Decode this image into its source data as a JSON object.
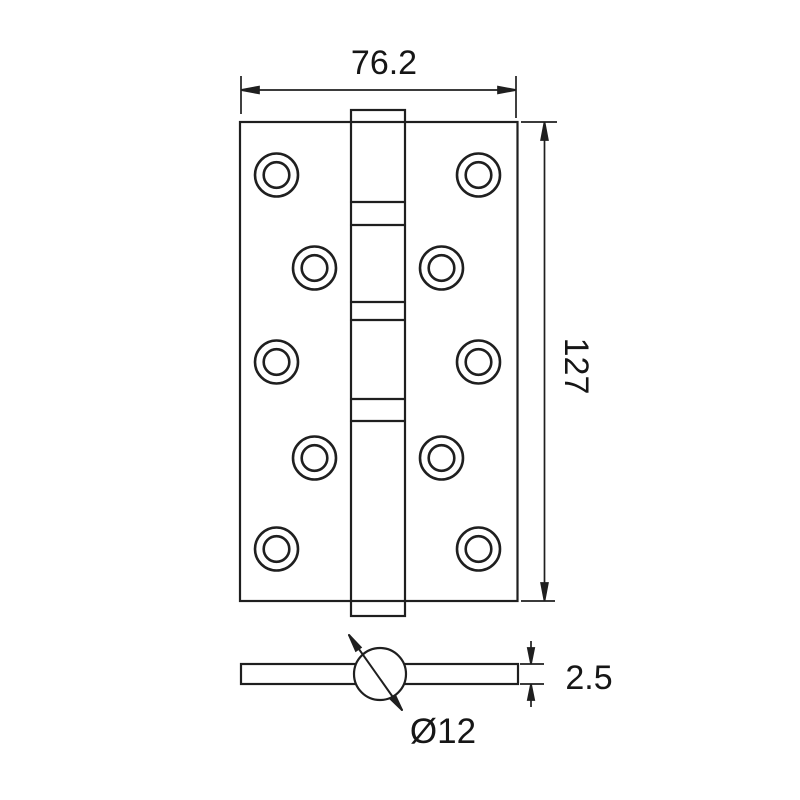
{
  "drawing": {
    "dimensions": {
      "width": "76.2",
      "height": "127",
      "thickness": "2.5",
      "barrel_diameter": "Ø12"
    },
    "colors": {
      "line": "#1f1f1f",
      "background": "#ffffff"
    }
  }
}
